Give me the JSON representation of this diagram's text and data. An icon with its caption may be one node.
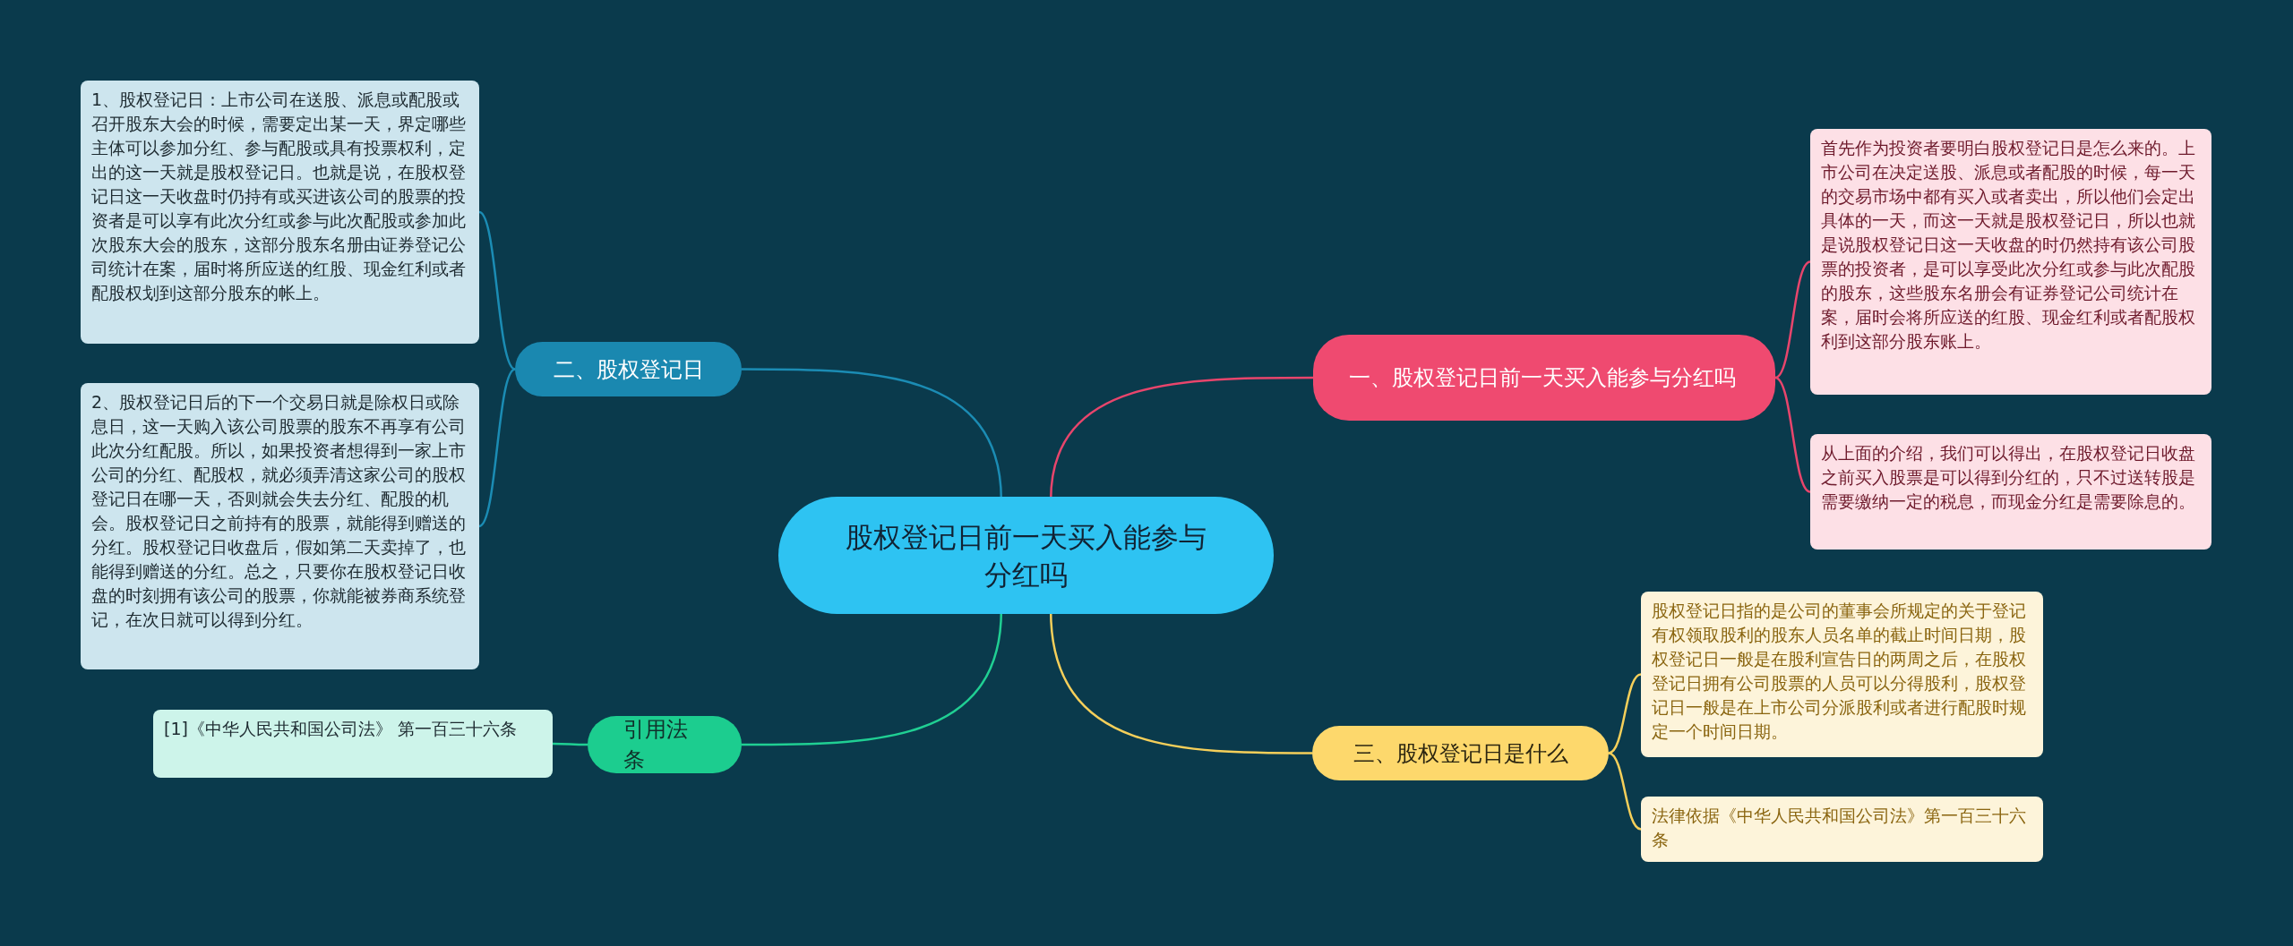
{
  "diagram": {
    "nodes": [
      {
        "text": [
          "股权登记日前一天买入能参与分红吗"
        ]
      },
      {
        "text": [
          "一、股权登记日前一天买入能参与分红吗"
        ]
      },
      {
        "text": [
          "首先作为投资者要明白股权登记日是怎么来的。上市公司在决定送股、派息或者配股的时候，每一天的交易市场中都有买入或者卖出，所以他们会定出具体的一天，而这一天就是股权登记日，所以也就是说股权登记日这一天收盘的时仍然持有该公司股票的投资者，是可以享受此次分红或参与此次配股的股东，这些股东名册会有证券登记公司统计在案，届时会将所应送的红股、现金红利或者配股权利到这部分股东账上。"
        ]
      },
      {
        "text": [
          "从上面的介绍，我们可以得出，在股权登记日收盘之前买入股票是可以得到分红的，只不过送转股是需要缴纳一定的税息，而现金分红是需要除息的。"
        ]
      },
      {
        "text": [
          "二、股权登记日"
        ]
      },
      {
        "text": [
          "1、股权登记日：上市公司在送股、派息或配股或召开股东大会的时候，需要定出某一天，界定哪些主体可以参加分红、参与配股或具有投票权利，定出的这一天就是股权登记日。也就是说，在股权登记日这一天收盘时仍持有或买进该公司的股票的投资者是可以享有此次分红或参与此次配股或参加此次股东大会的股东，这部分股东名册由证券登记公司统计在案，届时将所应送的红股、现金红利或者配股权划到这部分股东的帐上。"
        ]
      },
      {
        "text": [
          "2、股权登记日后的下一个交易日就是除权日或除息日，这一天购入该公司股票的股东不再享有公司此次分红配股。所以，如果投资者想得到一家上市公司的分红、配股权，就必须弄清这家公司的股权登记日在哪一天，否则就会失去分红、配股的机会。股权登记日之前持有的股票，就能得到赠送的分红。股权登记日收盘后，假如第二天卖掉了，也能得到赠送的分红。总之，只要你在股权登记日收盘的时刻拥有该公司的股票，你就能被券商系统登记，在次日就可以得到分红。"
        ]
      },
      {
        "text": [
          "三、股权登记日是什么"
        ]
      },
      {
        "text": [
          "股权登记日指的是公司的董事会所规定的关于登记有权领取股利的股东人员名单的截止时间日期，股权登记日一般是在股利宣告日的两周之后，在股权登记日拥有公司股票的人员可以分得股利，股权登记日一般是在上市公司分派股利或者进行配股时规定一个时间日期。"
        ]
      },
      {
        "text": [
          "法律依据《中华人民共和国公司法》第一百三十六条"
        ]
      },
      {
        "text": [
          "引用法条"
        ]
      },
      {
        "text": [
          "[1]《中华人民共和国公司法》 第一百三十六条"
        ]
      }
    ],
    "edges": [
      {
        "from": 0,
        "to": 1,
        "arrow": "none",
        "color": "#e8456c"
      },
      {
        "from": 1,
        "to": 2,
        "arrow": "none",
        "color": "#e8456c"
      },
      {
        "from": 1,
        "to": 3,
        "arrow": "none",
        "color": "#e8456c"
      },
      {
        "from": 0,
        "to": 4,
        "arrow": "none",
        "color": "#1b8cb4"
      },
      {
        "from": 4,
        "to": 5,
        "arrow": "none",
        "color": "#1b8cb4"
      },
      {
        "from": 4,
        "to": 6,
        "arrow": "none",
        "color": "#1b8cb4"
      },
      {
        "from": 0,
        "to": 7,
        "arrow": "none",
        "color": "#f5cf5a"
      },
      {
        "from": 7,
        "to": 8,
        "arrow": "none",
        "color": "#f5cf5a"
      },
      {
        "from": 7,
        "to": 9,
        "arrow": "none",
        "color": "#f5cf5a"
      },
      {
        "from": 0,
        "to": 10,
        "arrow": "none",
        "color": "#20cf93"
      },
      {
        "from": 10,
        "to": 11,
        "arrow": "none",
        "color": "#20cf93"
      }
    ]
  }
}
